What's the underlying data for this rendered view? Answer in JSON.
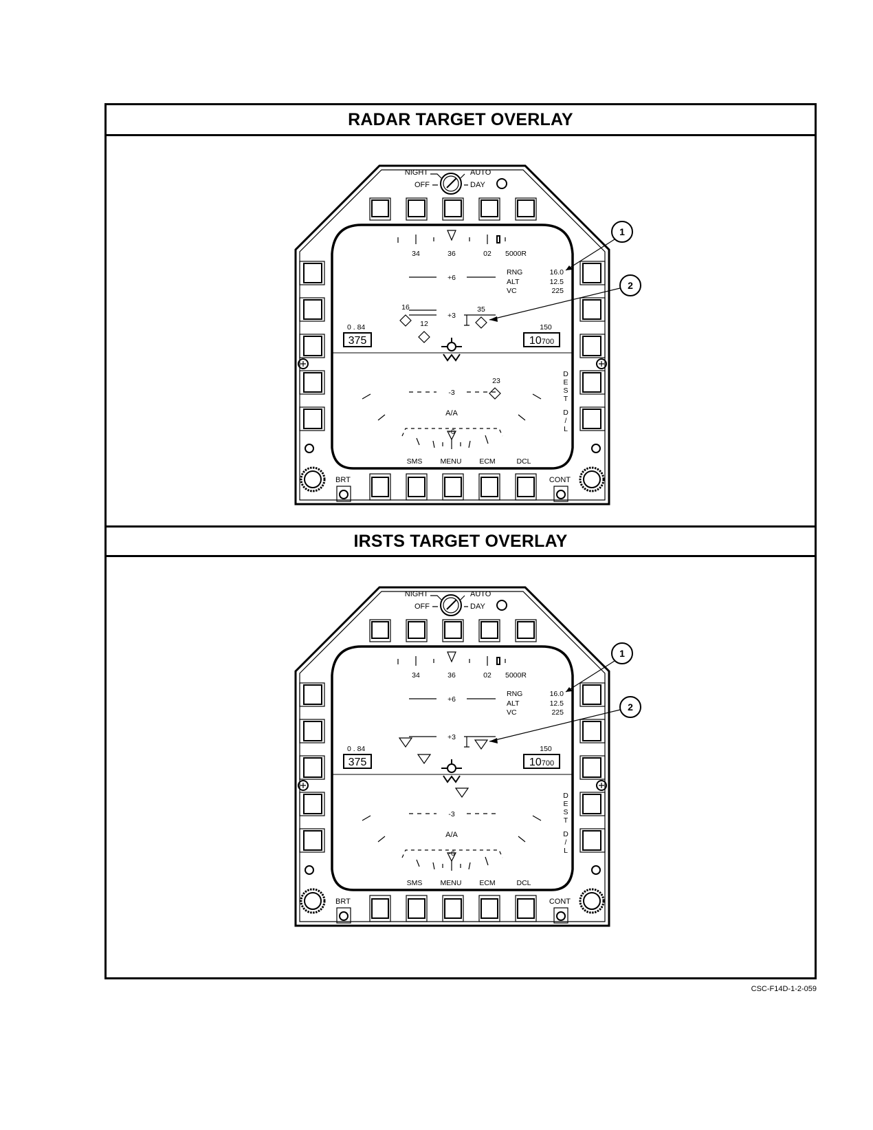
{
  "sections": [
    {
      "title": "RADAR TARGET OVERLAY",
      "mode": "radar",
      "knob_labels": {
        "night": "NIGHT",
        "auto": "AUTO",
        "off": "OFF",
        "day": "DAY"
      },
      "heading_ticks": [
        "34",
        "36",
        "02"
      ],
      "range_scale": "5000R",
      "pitch_labels": {
        "upper": "+6",
        "middle": "+3",
        "lower": "-3",
        "bottom": "-6"
      },
      "target_data": {
        "rng_label": "RNG",
        "rng_value": "16.0",
        "alt_label": "ALT",
        "alt_value": "12.5",
        "vc_label": "VC",
        "vc_value": "225"
      },
      "left_box": {
        "top": "0 . 84",
        "value": "375"
      },
      "right_box": {
        "top": "150",
        "value_big": "10",
        "value_small": "700"
      },
      "targets": [
        {
          "label": "16",
          "shape": "diamond"
        },
        {
          "label": "12",
          "shape": "diamond"
        },
        {
          "label": "35",
          "shape": "diamond"
        },
        {
          "label": "23",
          "shape": "diamond"
        }
      ],
      "mode_label": "A/A",
      "side_labels": {
        "dest": "DEST",
        "dl": "D/L"
      },
      "bottom_buttons": [
        "SMS",
        "MENU",
        "ECM",
        "DCL"
      ],
      "knob_brt": "BRT",
      "knob_cont": "CONT",
      "callouts": [
        "1",
        "2"
      ]
    },
    {
      "title": "IRSTS TARGET OVERLAY",
      "mode": "irsts",
      "knob_labels": {
        "night": "NIGHT",
        "auto": "AUTO",
        "off": "OFF",
        "day": "DAY"
      },
      "heading_ticks": [
        "34",
        "36",
        "02"
      ],
      "range_scale": "5000R",
      "pitch_labels": {
        "upper": "+6",
        "middle": "+3",
        "lower": "-3",
        "bottom": "-6"
      },
      "target_data": {
        "rng_label": "RNG",
        "rng_value": "16.0",
        "alt_label": "ALT",
        "alt_value": "12.5",
        "vc_label": "VC",
        "vc_value": "225"
      },
      "left_box": {
        "top": "0 . 84",
        "value": "375"
      },
      "right_box": {
        "top": "150",
        "value_big": "10",
        "value_small": "700"
      },
      "targets": [
        {
          "label": "",
          "shape": "triangle"
        },
        {
          "label": "",
          "shape": "triangle"
        },
        {
          "label": "",
          "shape": "triangle"
        },
        {
          "label": "",
          "shape": "triangle"
        }
      ],
      "mode_label": "A/A",
      "side_labels": {
        "dest": "DEST",
        "dl": "D/L"
      },
      "bottom_buttons": [
        "SMS",
        "MENU",
        "ECM",
        "DCL"
      ],
      "knob_brt": "BRT",
      "knob_cont": "CONT",
      "callouts": [
        "1",
        "2"
      ]
    }
  ],
  "figure_id": "CSC-F14D-1-2-059"
}
